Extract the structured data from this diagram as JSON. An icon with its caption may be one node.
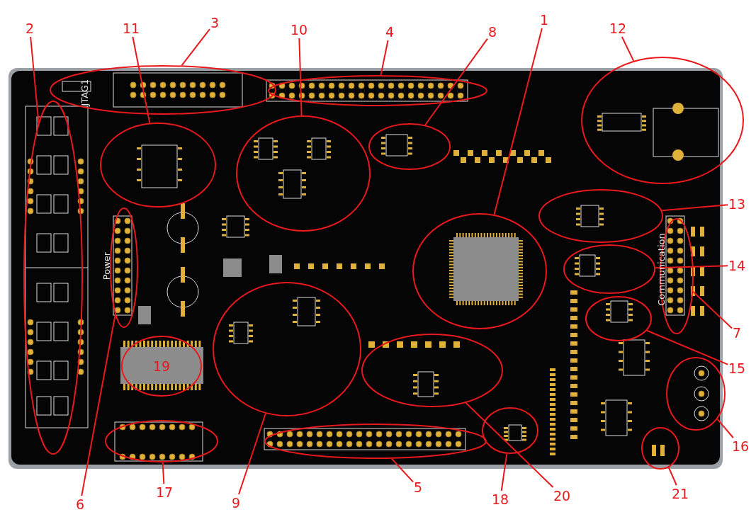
{
  "diagram": {
    "nodes": [
      {
        "text": [
          "2"
        ]
      },
      {
        "text": [
          "11"
        ]
      },
      {
        "text": [
          "3"
        ]
      },
      {
        "text": [
          "10"
        ]
      },
      {
        "text": [
          "4"
        ]
      },
      {
        "text": [
          "8"
        ]
      },
      {
        "text": [
          "1"
        ]
      },
      {
        "text": [
          "12"
        ]
      },
      {
        "text": [
          "13"
        ]
      },
      {
        "text": [
          "14"
        ]
      },
      {
        "text": [
          "7"
        ]
      },
      {
        "text": [
          "15"
        ]
      },
      {
        "text": [
          "16"
        ]
      },
      {
        "text": [
          "6"
        ]
      },
      {
        "text": [
          "17"
        ]
      },
      {
        "text": [
          "9"
        ]
      },
      {
        "text": [
          "5"
        ]
      },
      {
        "text": [
          "18"
        ]
      },
      {
        "text": [
          "20"
        ]
      },
      {
        "text": [
          "21"
        ]
      },
      {
        "text": [],
        "shape": "ellipse"
      },
      {
        "text": [],
        "shape": "ellipse"
      },
      {
        "text": [],
        "shape": "ellipse"
      },
      {
        "text": [],
        "shape": "ellipse"
      },
      {
        "text": [],
        "shape": "ellipse"
      },
      {
        "text": [],
        "shape": "ellipse"
      },
      {
        "text": [],
        "shape": "ellipse"
      },
      {
        "text": [],
        "shape": "ellipse"
      },
      {
        "text": [],
        "shape": "ellipse"
      },
      {
        "text": [],
        "shape": "ellipse"
      },
      {
        "text": [],
        "shape": "ellipse"
      },
      {
        "text": [],
        "shape": "ellipse"
      },
      {
        "text": [],
        "shape": "ellipse"
      },
      {
        "text": [],
        "shape": "ellipse"
      },
      {
        "text": [],
        "shape": "ellipse"
      },
      {
        "text": [],
        "shape": "ellipse"
      },
      {
        "text": [],
        "shape": "ellipse"
      },
      {
        "text": [],
        "shape": "ellipse"
      },
      {
        "text": [],
        "shape": "ellipse"
      },
      {
        "text": [],
        "shape": "ellipse"
      },
      {
        "text": [
          "19"
        ]
      }
    ],
    "edges": [
      {
        "from": 0,
        "to": 20,
        "arrow": "none"
      },
      {
        "from": 1,
        "to": 21,
        "arrow": "none"
      },
      {
        "from": 2,
        "to": 22,
        "arrow": "none"
      },
      {
        "from": 3,
        "to": 23,
        "arrow": "none"
      },
      {
        "from": 4,
        "to": 24,
        "arrow": "none"
      },
      {
        "from": 5,
        "to": 25,
        "arrow": "none"
      },
      {
        "from": 6,
        "to": 26,
        "arrow": "none"
      },
      {
        "from": 7,
        "to": 27,
        "arrow": "none"
      },
      {
        "from": 8,
        "to": 28,
        "arrow": "none"
      },
      {
        "from": 9,
        "to": 29,
        "arrow": "none"
      },
      {
        "from": 10,
        "to": 30,
        "arrow": "none"
      },
      {
        "from": 11,
        "to": 31,
        "arrow": "none"
      },
      {
        "from": 12,
        "to": 32,
        "arrow": "none"
      },
      {
        "from": 13,
        "to": 33,
        "arrow": "none"
      },
      {
        "from": 14,
        "to": 34,
        "arrow": "none"
      },
      {
        "from": 15,
        "to": 35,
        "arrow": "none"
      },
      {
        "from": 16,
        "to": 36,
        "arrow": "none"
      },
      {
        "from": 17,
        "to": 37,
        "arrow": "none"
      },
      {
        "from": 18,
        "to": 38,
        "arrow": "none"
      },
      {
        "from": 19,
        "to": 39,
        "arrow": "none"
      }
    ],
    "labels": [
      "JTAG1",
      "Power",
      "Communication"
    ]
  }
}
